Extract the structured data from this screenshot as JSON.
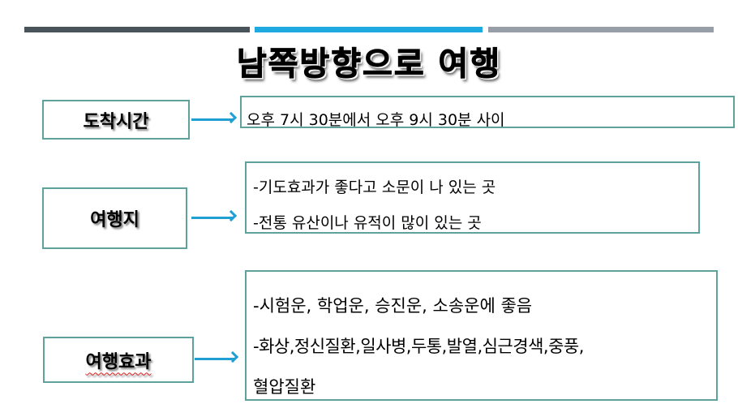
{
  "colors": {
    "bar_dark": "#48545a",
    "bar_blue": "#1ea9e1",
    "bar_grey": "#979ea7",
    "border": "#5fa19b",
    "arrow": "#1f9fd4"
  },
  "title": "남쪽방향으로 여행",
  "rows": [
    {
      "label": "도착시간",
      "lines": [
        "오후 7시 30분에서 오후 9시 30분 사이"
      ]
    },
    {
      "label": "여행지",
      "lines": [
        "-기도효과가 좋다고 소문이 나 있는 곳",
        "-전통 유산이나 유적이 많이 있는 곳"
      ]
    },
    {
      "label": "여행효과",
      "lines": [
        "-시험운, 학업운, 승진운, 소송운에 좋음",
        "-화상,정신질환,일사병,두통,발열,심근경색,중풍,",
        "혈압질환"
      ]
    }
  ]
}
